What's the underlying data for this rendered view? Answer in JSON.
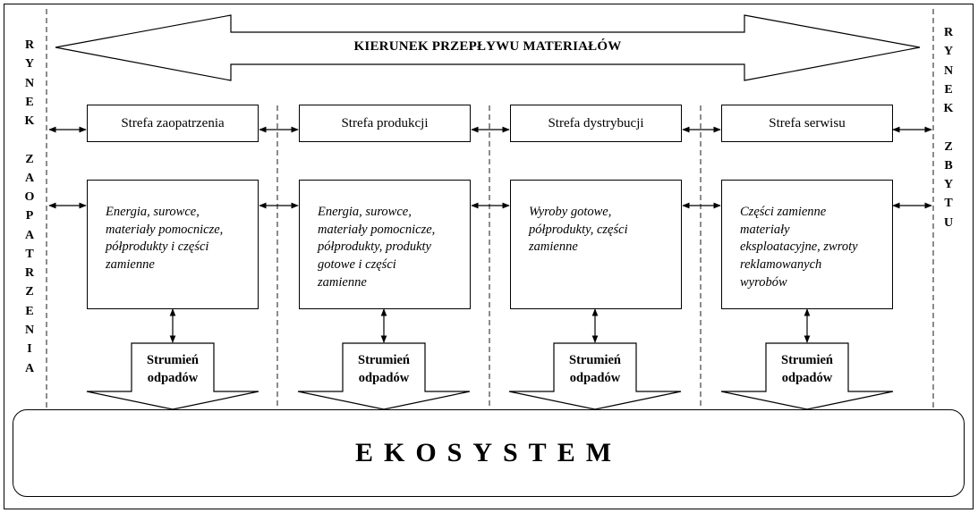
{
  "flow": {
    "title": "KIERUNEK PRZEPŁYWU MATERIAŁÓW"
  },
  "left_market": {
    "letters": [
      "R",
      "Y",
      "N",
      "E",
      "K",
      "",
      "Z",
      "A",
      "O",
      "P",
      "A",
      "T",
      "R",
      "Z",
      "E",
      "N",
      "I",
      "A"
    ]
  },
  "right_market": {
    "letters": [
      "R",
      "Y",
      "N",
      "E",
      "K",
      "",
      "Z",
      "B",
      "Y",
      "T",
      "U"
    ]
  },
  "zones": [
    {
      "title": "Strefa zaopatrzenia",
      "content": [
        "Energia, surowce,",
        "materiały pomocnicze,",
        "półprodukty i części",
        "zamienne"
      ]
    },
    {
      "title": "Strefa produkcji",
      "content": [
        "Energia, surowce,",
        "materiały pomocnicze,",
        "półprodukty, produkty",
        "gotowe i części",
        "zamienne"
      ]
    },
    {
      "title": "Strefa dystrybucji",
      "content": [
        "Wyroby gotowe,",
        "półprodukty, części",
        "zamienne"
      ]
    },
    {
      "title": "Strefa serwisu",
      "content": [
        "Części zamienne",
        "materiały",
        "eksploatacyjne, zwroty",
        "reklamowanych",
        "wyrobów"
      ]
    }
  ],
  "waste": {
    "line1": "Strumień",
    "line2": "odpadów"
  },
  "ecosystem": {
    "label": "EKOSYSTEM"
  }
}
